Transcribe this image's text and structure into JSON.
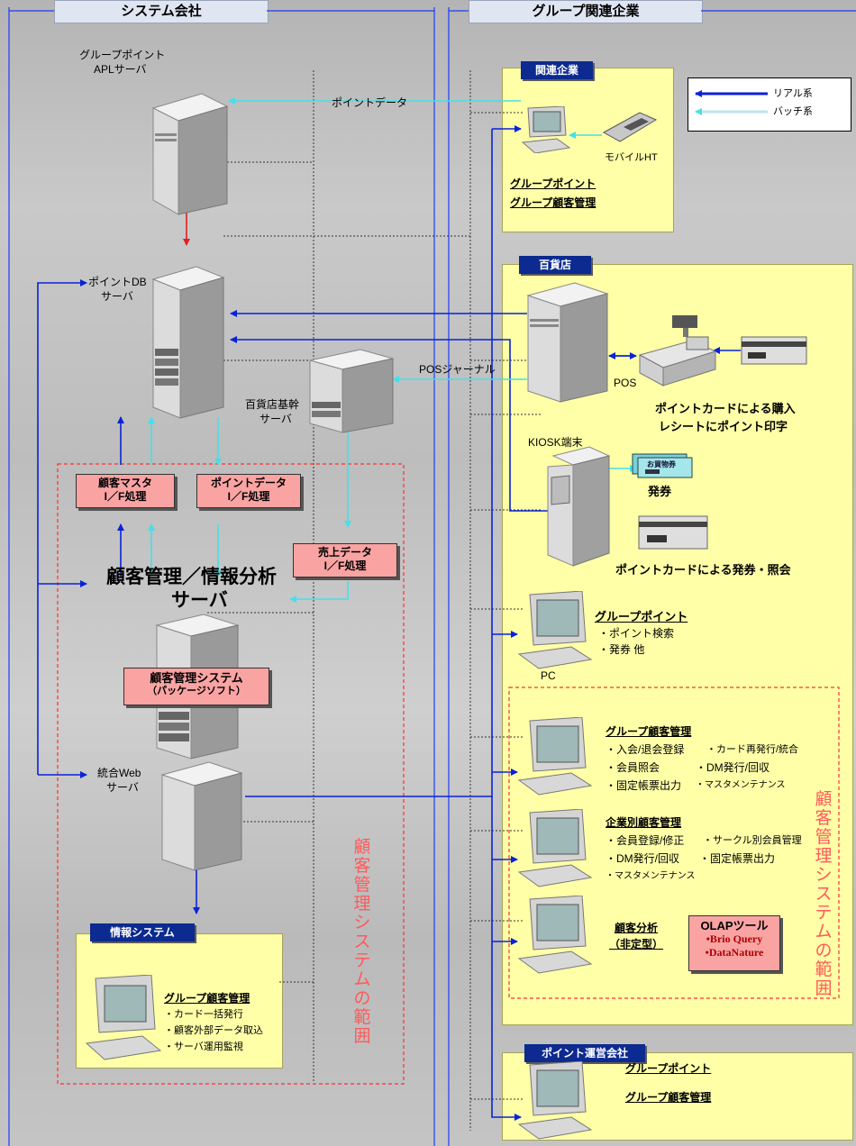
{
  "columns": {
    "left": "システム会社",
    "right": "グループ関連企業"
  },
  "legend": {
    "real": "リアル系",
    "batch": "バッチ系"
  },
  "left": {
    "apl_server": [
      "グループポイント",
      "APLサーバ"
    ],
    "point_data_label": "ポイントデータ",
    "pointdb_server": [
      "ポイントDB",
      "サーバ"
    ],
    "dept_core_server": [
      "百貨店基幹",
      "サーバ"
    ],
    "pos_journal": "POSジャーナル",
    "if_customer_master": [
      "顧客マスタ",
      "I／F処理"
    ],
    "if_point_data": [
      "ポイントデータ",
      "I／F処理"
    ],
    "if_sales_data": [
      "売上データ",
      "I／F処理"
    ],
    "crm_server_title": [
      "顧客管理／情報分析",
      "サーバ"
    ],
    "crm_system": [
      "顧客管理システム",
      "（パッケージソフト）"
    ],
    "web_server": [
      "統合Web",
      "サーバ"
    ],
    "scope_label": "顧客管理システムの範囲",
    "info_system": {
      "tag": "情報システム",
      "title": "グループ顧客管理",
      "items": [
        "・カード一括発行",
        "・顧客外部データ取込",
        "・サーバ運用監視"
      ]
    }
  },
  "right": {
    "affiliate": {
      "tag": "関連企業",
      "mobile": "モバイルHT",
      "lines": [
        "グループポイント",
        "グループ顧客管理"
      ]
    },
    "dept_store": {
      "tag": "百貨店",
      "pos": "POS",
      "pos_caption": [
        "ポイントカードによる購入",
        "レシートにポイント印字"
      ],
      "kiosk": "KIOSK端末",
      "voucher_text": "お買物券",
      "issue": "発券",
      "kiosk_caption": "ポイントカードによる発券・照会",
      "pc_label": "PC",
      "gp": {
        "title": "グループポイント",
        "items": [
          "・ポイント検索",
          "・発券 他"
        ]
      },
      "gcm": {
        "title": "グループ顧客管理",
        "items": [
          "・入会/退会登録",
          "・カード再発行/統合",
          "・会員照会",
          "・DM発行/回収",
          "・固定帳票出力",
          "・マスタメンテナンス"
        ]
      },
      "ccm": {
        "title": "企業別顧客管理",
        "items": [
          "・会員登録/修正",
          "・サークル別会員管理",
          "・DM発行/回収",
          "・固定帳票出力",
          "・マスタメンテナンス"
        ]
      },
      "analysis": {
        "title": [
          "顧客分析",
          "（非定型）"
        ]
      },
      "olap": {
        "title": "OLAPツール",
        "items": [
          "•Brio Query",
          "•DataNature"
        ]
      },
      "scope_label": "顧客管理システムの範囲"
    },
    "point_ops": {
      "tag": "ポイント運営会社",
      "lines": [
        "グループポイント",
        "グループ顧客管理"
      ]
    }
  },
  "colors": {
    "real": "#0a22d8",
    "batch": "#44e0e8",
    "down": "#e02020",
    "scope": "#ff3030",
    "panel": "#ffffa8",
    "tag": "#0c2a8f",
    "pink_box": "#f9a3a3"
  }
}
